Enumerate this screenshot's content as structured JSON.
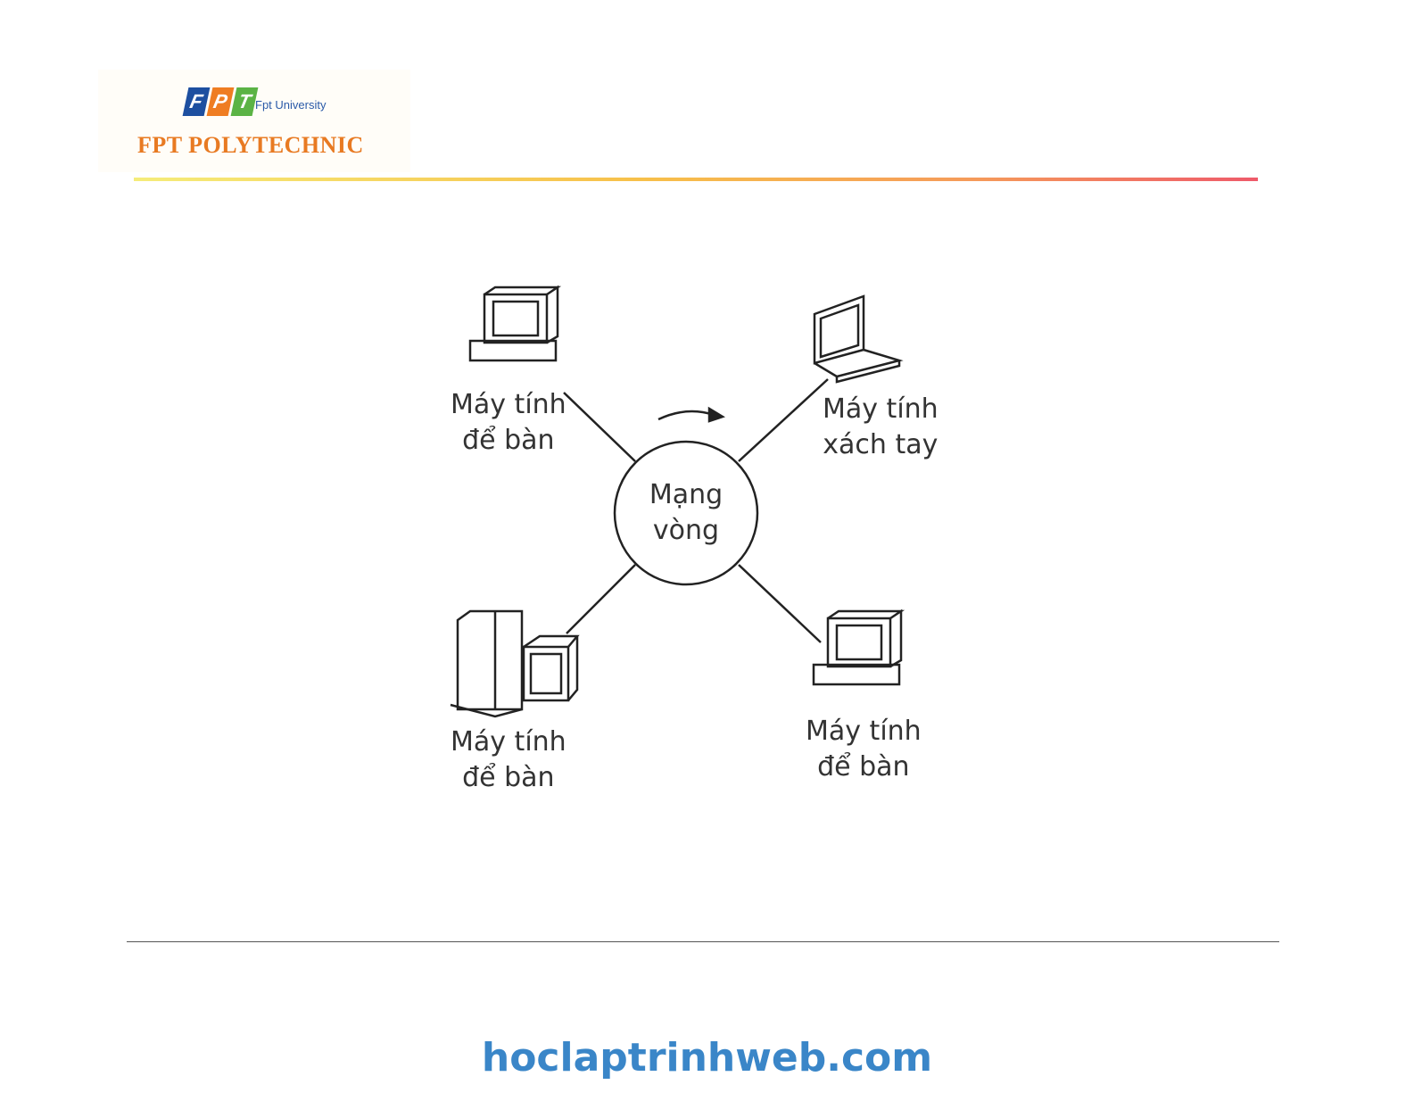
{
  "logo": {
    "letters": [
      "F",
      "P",
      "T"
    ],
    "university": "Fpt University",
    "name": "FPT POLYTECHNIC",
    "colors": [
      "#1d4fa0",
      "#ef7d22",
      "#5bb345"
    ]
  },
  "diagram": {
    "center": "Mạng\nvòng",
    "nodes": [
      {
        "type": "desktop",
        "label": "Máy tính\nđể bàn"
      },
      {
        "type": "laptop",
        "label": "Máy tính\nxách tay"
      },
      {
        "type": "tower",
        "label": "Máy tính\nđể bàn"
      },
      {
        "type": "desktop",
        "label": "Máy tính\nđể bàn"
      }
    ]
  },
  "watermark": "hoclaptrinhweb.com"
}
